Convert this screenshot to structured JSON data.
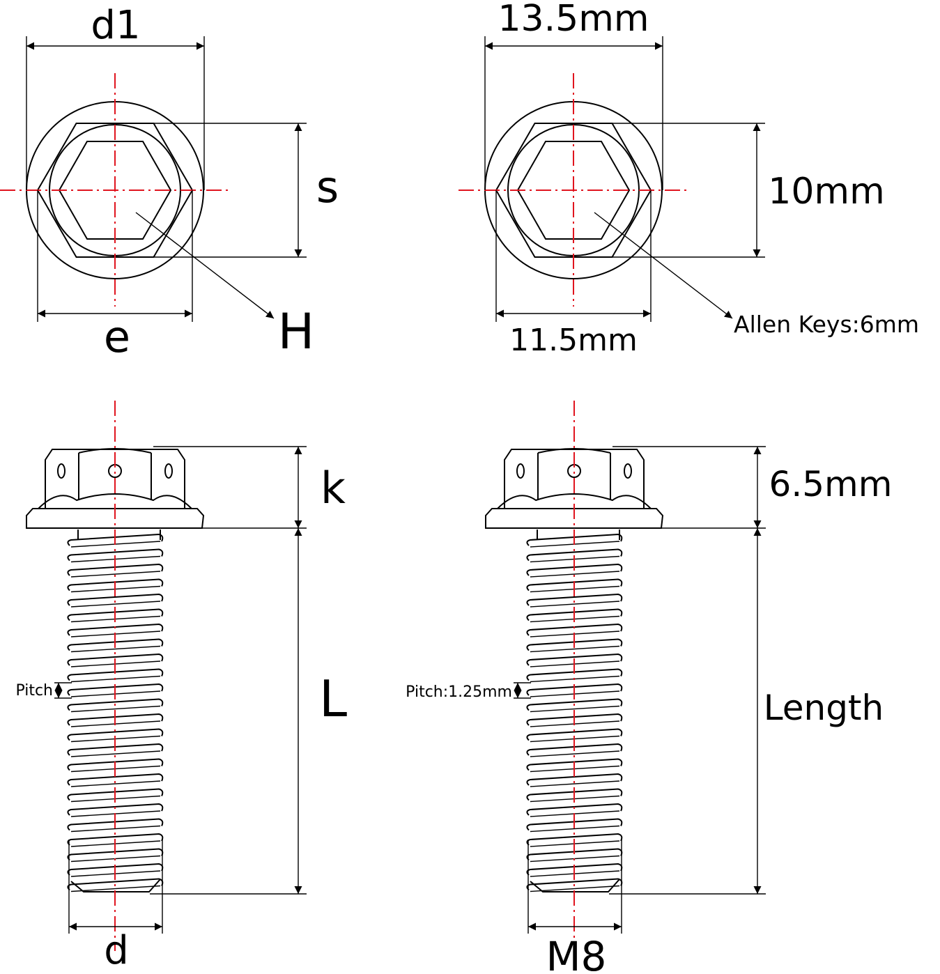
{
  "generic": {
    "d1": "d1",
    "s": "s",
    "e": "e",
    "H": "H",
    "k": "k",
    "L": "L",
    "pitch": "Pitch",
    "d": "d"
  },
  "specific": {
    "flange_diameter": "13.5mm",
    "across_flats": "10mm",
    "across_corners": "11.5mm",
    "allen_key": "Allen Keys:6mm",
    "head_height": "6.5mm",
    "length": "Length",
    "pitch": "Pitch:1.25mm",
    "thread": "M8"
  },
  "colors": {
    "outline": "#000000",
    "centerline": "#e0141e"
  }
}
